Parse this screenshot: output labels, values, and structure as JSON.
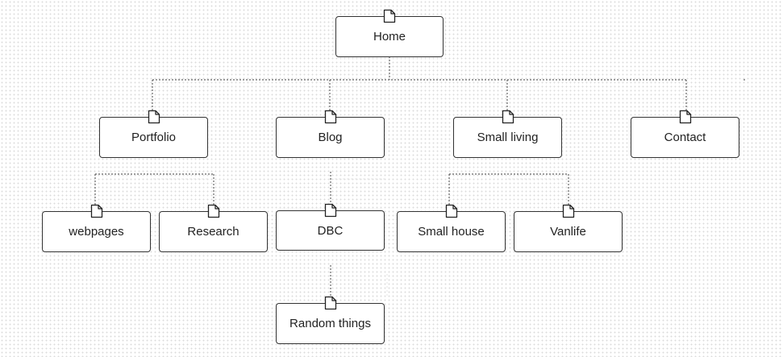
{
  "sitemap": {
    "home": {
      "label": "Home"
    },
    "level1": [
      {
        "id": "portfolio",
        "label": "Portfolio"
      },
      {
        "id": "blog",
        "label": "Blog"
      },
      {
        "id": "small-living",
        "label": "Small living"
      },
      {
        "id": "contact",
        "label": "Contact"
      }
    ],
    "portfolio_children": [
      {
        "id": "webpages",
        "label": "webpages"
      },
      {
        "id": "research",
        "label": "Research"
      }
    ],
    "blog_children": [
      {
        "id": "dbc",
        "label": "DBC"
      }
    ],
    "dbc_children": [
      {
        "id": "random-things",
        "label": "Random things"
      }
    ],
    "small_living_children": [
      {
        "id": "small-house",
        "label": "Small house"
      },
      {
        "id": "vanlife",
        "label": "Vanlife"
      }
    ]
  },
  "icons": {
    "page_node_icon": "page-icon"
  },
  "colors": {
    "node_border": "#333333",
    "connector": "#666666",
    "grid_dot": "#dcdcdc",
    "background": "#ffffff"
  }
}
